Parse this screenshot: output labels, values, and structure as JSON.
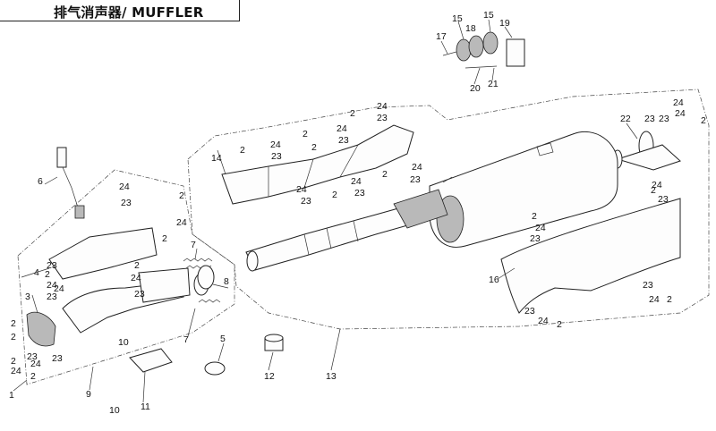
{
  "title": "排气消声器/ MUFFLER",
  "callouts": [
    {
      "id": "c1",
      "text": "1"
    },
    {
      "id": "c2",
      "text": "2"
    },
    {
      "id": "c3",
      "text": "3"
    },
    {
      "id": "c4",
      "text": "4"
    },
    {
      "id": "c5",
      "text": "5"
    },
    {
      "id": "c6",
      "text": "6"
    },
    {
      "id": "c7a",
      "text": "7"
    },
    {
      "id": "c7b",
      "text": "7"
    },
    {
      "id": "c8",
      "text": "8"
    },
    {
      "id": "c9",
      "text": "9"
    },
    {
      "id": "c10a",
      "text": "10"
    },
    {
      "id": "c10b",
      "text": "10"
    },
    {
      "id": "c11",
      "text": "11"
    },
    {
      "id": "c12",
      "text": "12"
    },
    {
      "id": "c13",
      "text": "13"
    },
    {
      "id": "c14",
      "text": "14"
    },
    {
      "id": "c15a",
      "text": "15"
    },
    {
      "id": "c15b",
      "text": "15"
    },
    {
      "id": "c16",
      "text": "16"
    },
    {
      "id": "c17",
      "text": "17"
    },
    {
      "id": "c18",
      "text": "18"
    },
    {
      "id": "c19",
      "text": "19"
    },
    {
      "id": "c20",
      "text": "20"
    },
    {
      "id": "c21",
      "text": "21"
    },
    {
      "id": "c22",
      "text": "22"
    },
    {
      "id": "h24a",
      "text": "24"
    },
    {
      "id": "h2a",
      "text": "2"
    },
    {
      "id": "h23a",
      "text": "23"
    },
    {
      "id": "h2b",
      "text": "2"
    },
    {
      "id": "h24b",
      "text": "24"
    },
    {
      "id": "h2c",
      "text": "2"
    },
    {
      "id": "h23b",
      "text": "23"
    },
    {
      "id": "h24c",
      "text": "24"
    },
    {
      "id": "h2d",
      "text": "2"
    },
    {
      "id": "h24d",
      "text": "24"
    },
    {
      "id": "h23c",
      "text": "23"
    },
    {
      "id": "h2e",
      "text": "2"
    },
    {
      "id": "h24e",
      "text": "24"
    },
    {
      "id": "h23d",
      "text": "23"
    },
    {
      "id": "h24f",
      "text": "24"
    },
    {
      "id": "h2f",
      "text": "2"
    },
    {
      "id": "h23e",
      "text": "23"
    },
    {
      "id": "h23f",
      "text": "23"
    },
    {
      "id": "l2a",
      "text": "2"
    },
    {
      "id": "l23a",
      "text": "23"
    },
    {
      "id": "l24a",
      "text": "24"
    },
    {
      "id": "l2b",
      "text": "2"
    },
    {
      "id": "l24b",
      "text": "24"
    },
    {
      "id": "h2g",
      "text": "2"
    },
    {
      "id": "h24g",
      "text": "24"
    },
    {
      "id": "h23g",
      "text": "23"
    },
    {
      "id": "t2a",
      "text": "2"
    },
    {
      "id": "t24a",
      "text": "24"
    },
    {
      "id": "t23a",
      "text": "23"
    },
    {
      "id": "t2b",
      "text": "2"
    },
    {
      "id": "t24b",
      "text": "24"
    },
    {
      "id": "t23b",
      "text": "23"
    },
    {
      "id": "t2c",
      "text": "2"
    },
    {
      "id": "t24c",
      "text": "24"
    },
    {
      "id": "t23c",
      "text": "23"
    },
    {
      "id": "t2d",
      "text": "2"
    },
    {
      "id": "t24d",
      "text": "24"
    },
    {
      "id": "t23d",
      "text": "23"
    },
    {
      "id": "m2a",
      "text": "2"
    },
    {
      "id": "m23a",
      "text": "23"
    },
    {
      "id": "m24a",
      "text": "24"
    },
    {
      "id": "m2b",
      "text": "2"
    },
    {
      "id": "m24b",
      "text": "24"
    },
    {
      "id": "m23b",
      "text": "23"
    },
    {
      "id": "r24a",
      "text": "24"
    },
    {
      "id": "r23a",
      "text": "23"
    },
    {
      "id": "r2a",
      "text": "2"
    },
    {
      "id": "r24b",
      "text": "24"
    },
    {
      "id": "r23b",
      "text": "23"
    },
    {
      "id": "r23c",
      "text": "23"
    },
    {
      "id": "r24c",
      "text": "24"
    },
    {
      "id": "r2b",
      "text": "2"
    },
    {
      "id": "b23",
      "text": "23"
    },
    {
      "id": "b24",
      "text": "24"
    },
    {
      "id": "b2",
      "text": "2"
    }
  ]
}
